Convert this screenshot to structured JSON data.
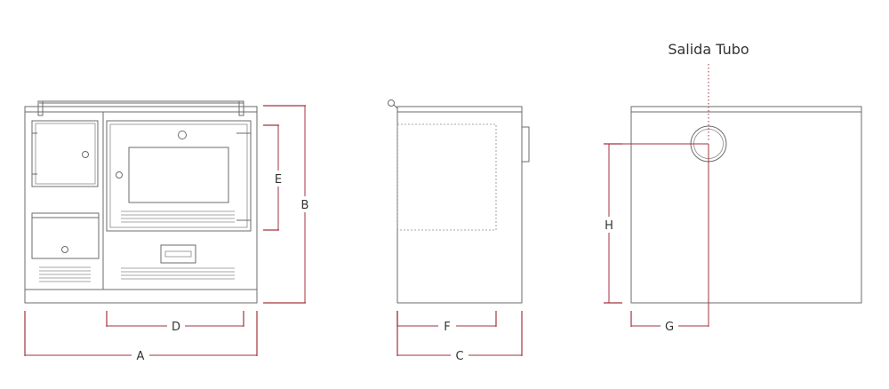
{
  "annotations": {
    "outlet_label": "Salida Tubo"
  },
  "dimensions": {
    "A": "A",
    "B": "B",
    "C": "C",
    "D": "D",
    "E": "E",
    "F": "F",
    "G": "G",
    "H": "H"
  },
  "colors": {
    "dimension_line": "#a3333d",
    "outline": "#6b6b6b",
    "text": "#333333"
  }
}
